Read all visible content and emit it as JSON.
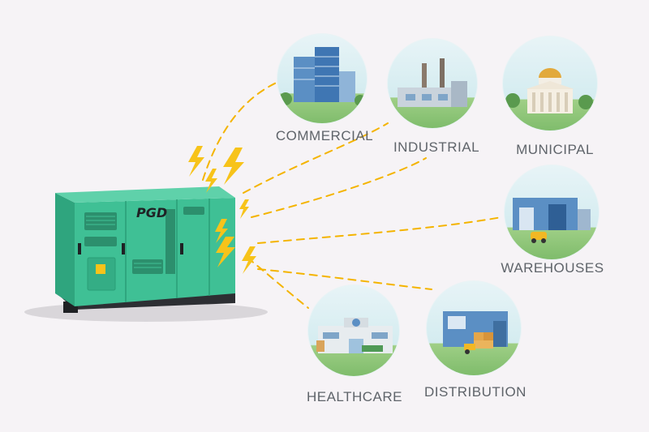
{
  "generator": {
    "brand_text": "PGD",
    "body_color": "#3fc095",
    "base_color": "#2d2f33"
  },
  "connector_color": "#f4b400",
  "bolt_color": "#f7c31a",
  "sectors": [
    {
      "id": "commercial",
      "label": "COMMERCIAL",
      "icon": "office-tower-icon"
    },
    {
      "id": "industrial",
      "label": "INDUSTRIAL",
      "icon": "factory-icon"
    },
    {
      "id": "municipal",
      "label": "MUNICIPAL",
      "icon": "municipal-building-icon"
    },
    {
      "id": "warehouses",
      "label": "WAREHOUSES",
      "icon": "warehouse-icon"
    },
    {
      "id": "healthcare",
      "label": "HEALTHCARE",
      "icon": "hospital-icon"
    },
    {
      "id": "distribution",
      "label": "DISTRIBUTION",
      "icon": "distribution-center-icon"
    }
  ]
}
